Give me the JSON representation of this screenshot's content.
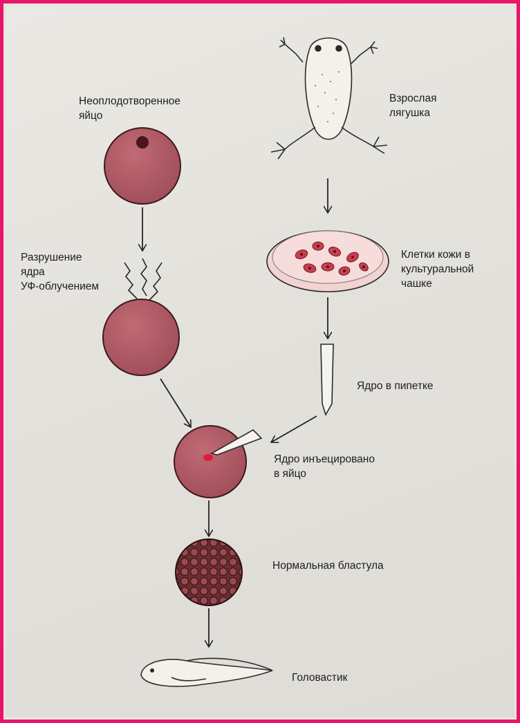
{
  "labels": {
    "unfertilized_egg": "Неоплодотворенное\nяйцо",
    "adult_frog": "Взрослая\nлягушка",
    "uv_destruction": "Разрушение\nядра\nУФ-облучением",
    "skin_cells": "Клетки кожи в\nкультуральной\nчашке",
    "nucleus_in_pipette": "Ядро в пипетке",
    "nucleus_injected": "Ядро инъецировано\nв яйцо",
    "normal_blastula": "Нормальная бластула",
    "tadpole": "Головастик"
  },
  "colors": {
    "frame": "#e8156a",
    "egg_fill": "#b05a66",
    "egg_dark": "#6e1f2c",
    "cell_fill": "#c8404f",
    "dish_fill": "#f0c9c8",
    "blastula": "#7a3a3e"
  }
}
